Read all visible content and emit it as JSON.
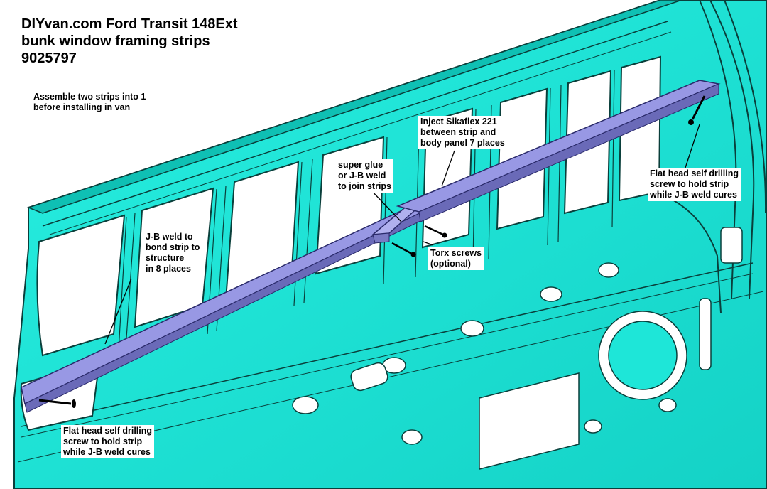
{
  "title": {
    "line1": "DIYvan.com Ford Transit 148Ext",
    "line2": "bunk window framing strips",
    "line3": "9025797"
  },
  "notes": {
    "assemble": "Assemble two strips into 1\nbefore installing in van",
    "inject": "Inject Sikaflex 221\nbetween strip and\nbody panel 7 places",
    "super_glue": "super glue\nor J-B weld\nto join strips",
    "flat_head_right": "Flat head self drilling\nscrew to hold strip\nwhile J-B weld cures",
    "jb_weld": "J-B weld to\nbond strip to\nstructure\nin 8 places",
    "torx": "Torx screws\n(optional)",
    "flat_head_left": "Flat head self drilling\nscrew to hold strip\nwhile J-B weld cures"
  },
  "colors": {
    "body_panel": "#1ee6d8",
    "body_panel_dark": "#0b8c84",
    "strip": "#9898e4",
    "strip_dark": "#6a6ab8",
    "outline": "#0a3f3b"
  }
}
